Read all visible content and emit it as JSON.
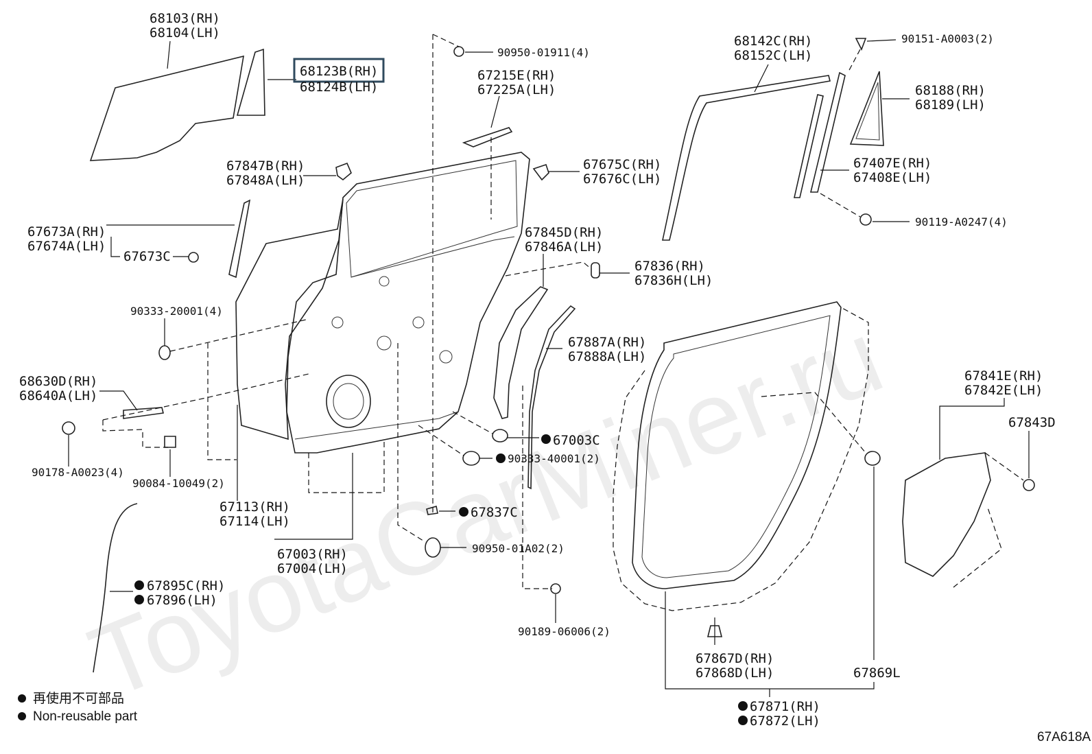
{
  "watermark": "ToyotaCarMiner.ru",
  "diagram_code": "67A618A",
  "legend": {
    "reuse_jp": "再使用不可部品",
    "reuse_en": "Non-reusable part"
  },
  "callouts": {
    "glass_a_rh": "68103(RH)",
    "glass_a_lh": "68104(LH)",
    "glass_b_rh": "68123B(RH)",
    "glass_b_lh": "68124B(LH)",
    "clip_top": "90950-01911(4)",
    "handle_rh": "67215E(RH)",
    "handle_lh": "67225A(LH)",
    "hinge_cover_rh": "67847B(RH)",
    "hinge_cover_lh": "67848A(LH)",
    "garnish_rh": "67673A(RH)",
    "garnish_lh": "67674A(LH)",
    "garnish_c": "67673C",
    "plug_4": "90333-20001(4)",
    "check_rh": "68630D(RH)",
    "check_lh": "68640A(LH)",
    "nut_check": "90178-A0023(4)",
    "bolt_check": "90084-10049(2)",
    "panel_rh": "67113(RH)",
    "panel_lh": "67114(LH)",
    "door_rh": "67003(RH)",
    "door_lh": "67004(LH)",
    "wire": "67895C(RH)",
    "wire_lh": "67896(LH)",
    "bracket_rh": "67675C(RH)",
    "bracket_lh": "67676C(LH)",
    "seal_rh": "67845D(RH)",
    "seal_lh": "67846A(LH)",
    "cap_rh": "67836(RH)",
    "cap_lh": "67836H(LH)",
    "strip_rh": "67887A(RH)",
    "strip_lh": "67888A(LH)",
    "pad": "67003C",
    "plug_2": "90333-40001(2)",
    "clip_low": "67837C",
    "hole_plug": "90950-01A02(2)",
    "screw": "90189-06006(2)",
    "run_rh": "68142C(RH)",
    "run_lh": "68152C(LH)",
    "screw_top": "90151-A0003(2)",
    "qglass_rh": "68188(RH)",
    "qglass_lh": "68189(LH)",
    "frame_rh": "67407E(RH)",
    "frame_lh": "67408E(LH)",
    "bolt_frame": "90119-A0247(4)",
    "cover_rh": "67841E(RH)",
    "cover_lh": "67842E(LH)",
    "cover_d": "67843D",
    "wclip_rh": "67867D(RH)",
    "wclip_lh": "67868D(LH)",
    "wclip_l": "67869L",
    "weather_rh": "67871(RH)",
    "weather_lh": "67872(LH)"
  }
}
